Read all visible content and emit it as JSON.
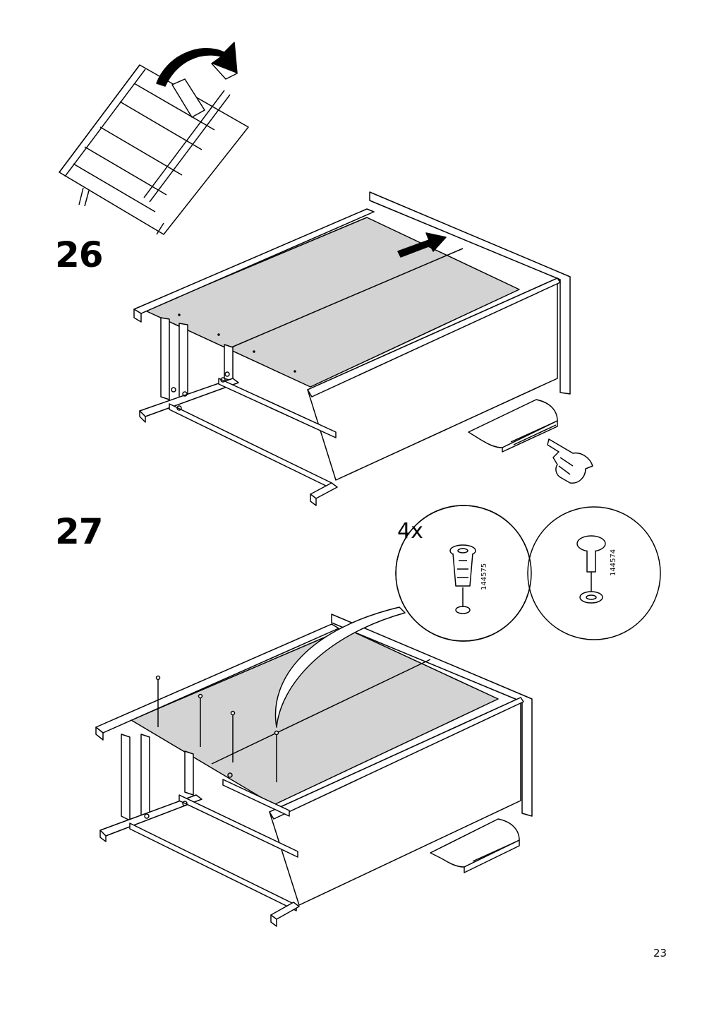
{
  "steps": [
    {
      "number": "26"
    },
    {
      "number": "27",
      "quantity": "4x",
      "parts": [
        "144575",
        "144574"
      ]
    }
  ],
  "page_number": "23",
  "colors": {
    "panel_fill": "#d3d3d3",
    "line": "#000000",
    "background": "#ffffff"
  },
  "icons": [
    "flip-arrow-icon",
    "push-arrow-icon",
    "pointing-hand-icon",
    "books-icon"
  ]
}
